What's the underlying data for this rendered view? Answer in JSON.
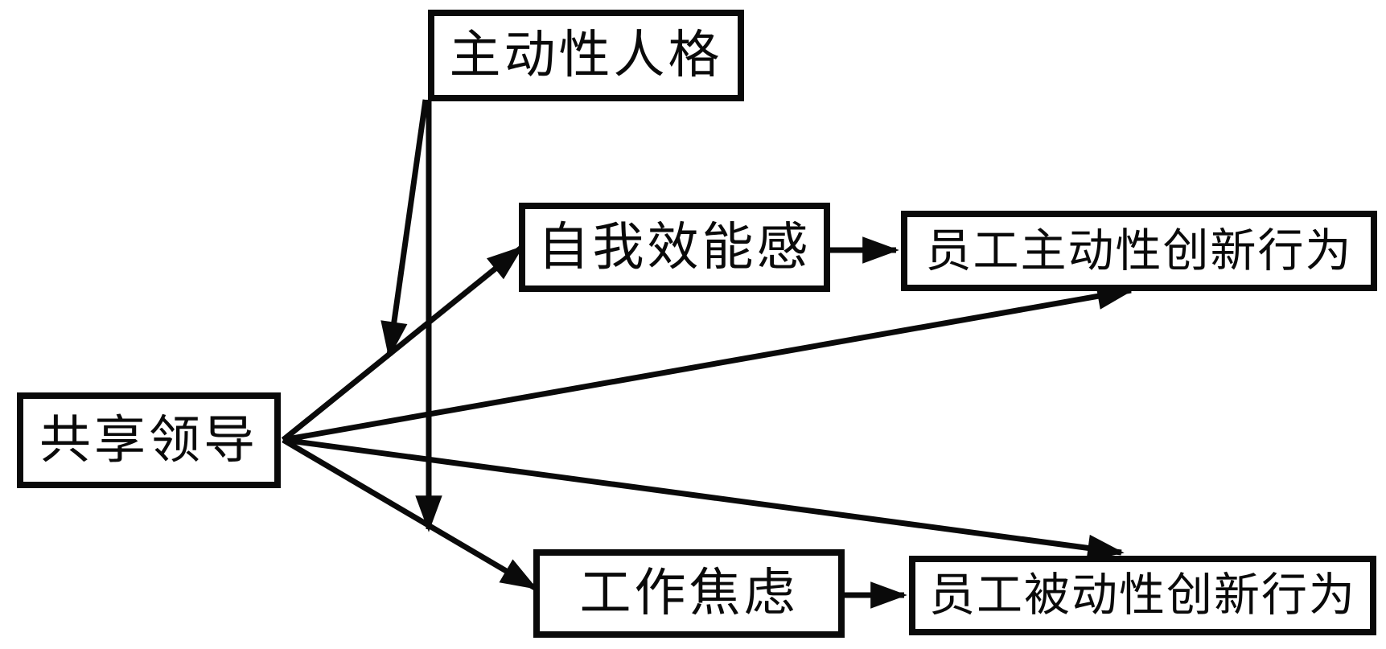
{
  "diagram": {
    "title": "",
    "background_color": "#ffffff",
    "line_color": "#0a0a0a",
    "box_border_color": "#0a0a0a",
    "text_color": "#0a0a0a",
    "nodes": {
      "proactive_personality": {
        "label": "主动性人格",
        "role": "moderator"
      },
      "self_efficacy": {
        "label": "自我效能感",
        "role": "mediator"
      },
      "proactive_innovation": {
        "label": "员工主动性创新行为",
        "role": "outcome"
      },
      "shared_leadership": {
        "label": "共享领导",
        "role": "independent-variable"
      },
      "work_anxiety": {
        "label": "工作焦虑",
        "role": "mediator"
      },
      "passive_innovation": {
        "label": "员工被动性创新行为",
        "role": "outcome"
      }
    },
    "edges": [
      {
        "from": "shared_leadership",
        "to": "self_efficacy",
        "type": "direct"
      },
      {
        "from": "shared_leadership",
        "to": "proactive_innovation",
        "type": "direct"
      },
      {
        "from": "shared_leadership",
        "to": "passive_innovation",
        "type": "direct"
      },
      {
        "from": "shared_leadership",
        "to": "work_anxiety",
        "type": "direct"
      },
      {
        "from": "self_efficacy",
        "to": "proactive_innovation",
        "type": "direct"
      },
      {
        "from": "work_anxiety",
        "to": "passive_innovation",
        "type": "direct"
      },
      {
        "from": "proactive_personality",
        "to": "path shared_leadership→self_efficacy",
        "type": "moderation"
      },
      {
        "from": "proactive_personality",
        "to": "path shared_leadership→work_anxiety",
        "type": "moderation"
      }
    ]
  }
}
